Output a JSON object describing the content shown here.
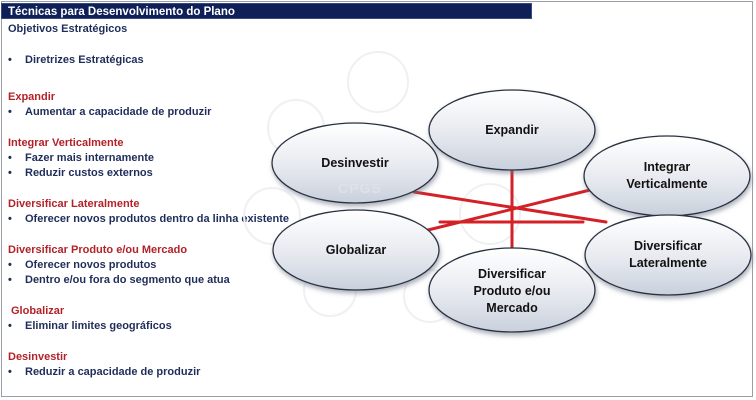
{
  "title": "Técnicas para Desenvolvimento do Plano",
  "sections": {
    "objetivos": {
      "heading": "Objetivos Estratégicos",
      "items": [
        "Diretrizes Estratégicas"
      ]
    },
    "expandir": {
      "heading": "Expandir",
      "items": [
        "Aumentar a capacidade de produzir"
      ]
    },
    "integrar": {
      "heading": "Integrar Verticalmente",
      "items": [
        "Fazer mais internamente",
        "Reduzir custos externos"
      ]
    },
    "diversificar_lateral": {
      "heading": "Diversificar Lateralmente",
      "items": [
        "Oferecer novos produtos dentro da linha existente"
      ]
    },
    "diversificar_produto": {
      "heading": "Diversificar Produto e/ou Mercado",
      "items": [
        "Oferecer novos produtos",
        "Dentro e/ou fora do segmento que atua"
      ]
    },
    "globalizar": {
      "heading": "Globalizar",
      "items": [
        "Eliminar limites geográficos"
      ]
    },
    "desinvestir": {
      "heading": "Desinvestir",
      "items": [
        "Reduzir a capacidade de produzir"
      ]
    }
  },
  "bullet_char": "•",
  "diagram": {
    "nodes": {
      "expandir": "Expandir",
      "integrar_1": "Integrar",
      "integrar_2": "Verticalmente",
      "desinvestir": "Desinvestir",
      "globalizar": "Globalizar",
      "diversificar_lat_1": "Diversificar",
      "diversificar_lat_2": "Lateralmente",
      "diversificar_prod_1": "Diversificar",
      "diversificar_prod_2": "Produto e/ou",
      "diversificar_prod_3": "Mercado"
    },
    "watermark": "CPGS",
    "connector_color": "#d42027",
    "node_fill_top": "#ffffff",
    "node_fill_bottom": "#c9d0dc"
  }
}
